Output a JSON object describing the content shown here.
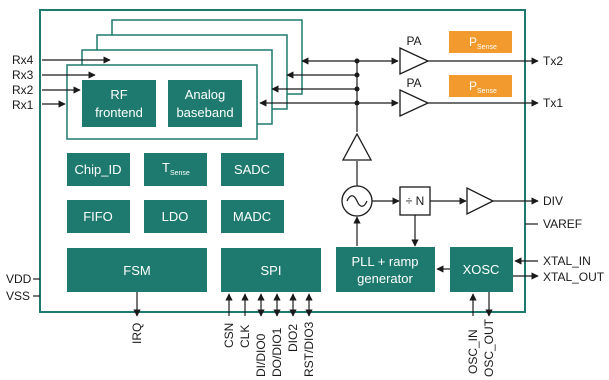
{
  "colors": {
    "block": "#1e7a6e",
    "accent": "#f39a2e",
    "stroke": "#1a1a1a",
    "white": "#ffffff"
  },
  "rx_inputs": [
    "Rx4",
    "Rx3",
    "Rx2",
    "Rx1"
  ],
  "rf_frontend": [
    "RF",
    "frontend"
  ],
  "analog_baseband": [
    "Analog",
    "baseband"
  ],
  "pa_labels": [
    "PA",
    "PA"
  ],
  "psense": {
    "main": "P",
    "sub": "Sense"
  },
  "tx_outputs": [
    "Tx2",
    "Tx1"
  ],
  "blocks": {
    "chip_id": "Chip_ID",
    "tsense_main": "T",
    "tsense_sub": "Sense",
    "sadc": "SADC",
    "fifo": "FIFO",
    "ldo": "LDO",
    "madc": "MADC",
    "fsm": "FSM",
    "spi": "SPI",
    "pll": [
      "PLL + ramp",
      "generator"
    ],
    "xosc": "XOSC"
  },
  "divider": "÷ N",
  "right_pins": {
    "div": "DIV",
    "varef": "VAREF",
    "xtal_in": "XTAL_IN",
    "xtal_out": "XTAL_OUT"
  },
  "left_pins": {
    "vdd": "VDD",
    "vss": "VSS"
  },
  "bottom_pins": {
    "irq": "IRQ",
    "spi": [
      "CSN",
      "CLK",
      "DI/DIO0",
      "DO/DIO1",
      "DIO2",
      "RST/DIO3"
    ],
    "osc": [
      "OSC_IN",
      "OSC_OUT"
    ]
  }
}
